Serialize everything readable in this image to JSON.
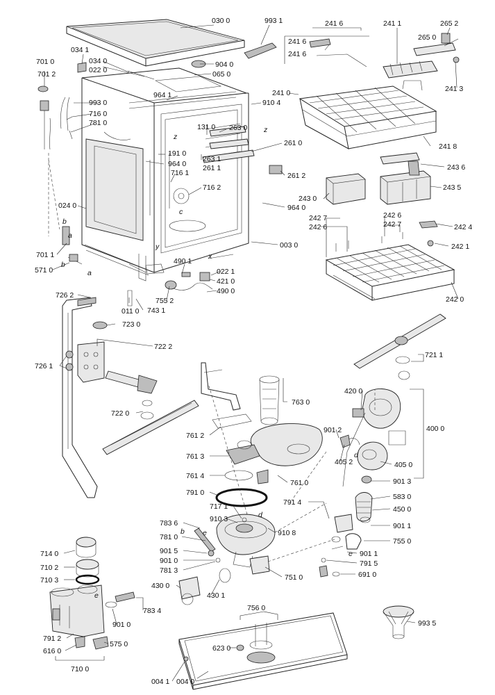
{
  "labels": {
    "l0300": "030 0",
    "l9931": "993 1",
    "l2416a": "241 6",
    "l2411": "241 1",
    "l2652": "265 2",
    "l0341": "034 1",
    "l2416b": "241 6",
    "l2650": "265 0",
    "l0340": "034 0",
    "l9040": "904 0",
    "l2416c": "241 6",
    "l7010": "701 0",
    "l0220": "022 0",
    "l0650": "065 0",
    "l2413": "241 3",
    "l7012": "701 2",
    "l9641": "964 1",
    "l2410": "241 0",
    "l9930": "993 0",
    "l9104": "910 4",
    "l7160": "716 0",
    "l7810": "781 0",
    "l1310": "131 0",
    "l2630": "263 0",
    "l2610": "261 0",
    "l2418": "241 8",
    "l1910": "191 0",
    "l9640a": "964 0",
    "l2631": "263 1",
    "l2611": "261 1",
    "l2436": "243 6",
    "l7161": "716 1",
    "l7162": "716 2",
    "l2612": "261 2",
    "l2430": "243 0",
    "l2435": "243 5",
    "l0240": "024 0",
    "l9640b": "964 0",
    "l2427a": "242 7",
    "l2426a": "242 6",
    "l2426b": "242 6",
    "l2427b": "242 7",
    "l2424": "242 4",
    "l7011": "701 1",
    "l0030": "003 0",
    "l2421": "242 1",
    "l4901a": "490 1",
    "l5710": "571 0",
    "l0221": "022 1",
    "l4210": "421 0",
    "l4900": "490 0",
    "l2420": "242 0",
    "l7262": "726 2",
    "l7552": "755 2",
    "l0110": "011 0",
    "l7431": "743 1",
    "l7230": "723 0",
    "l7222": "722 2",
    "l7211": "721 1",
    "l7261": "726 1",
    "l7630": "763 0",
    "l4200": "420 0",
    "l7220": "722 0",
    "l4000": "400 0",
    "l9012": "901 2",
    "l7612": "761 2",
    "l7613": "761 3",
    "l4052": "405 2",
    "l4050": "405 0",
    "l7614": "761 4",
    "l7610": "761 0",
    "l9013": "901 3",
    "l7910": "791 0",
    "l7914": "791 4",
    "l5830": "583 0",
    "l7171": "717 1",
    "l4500": "450 0",
    "l7836": "783 6",
    "l9103": "910 3",
    "l9108": "910 8",
    "l9011a": "901 1",
    "l7810b": "781 0",
    "l7550": "755 0",
    "l9015": "901 5",
    "l7140": "714 0",
    "l9010a": "901 0",
    "l9011b": "901 1",
    "l7102": "710 2",
    "l7813": "781 3",
    "l7915": "791 5",
    "l7103": "710 3",
    "l7510": "751 0",
    "l6910": "691 0",
    "l4300": "430 0",
    "l4301": "430 1",
    "l7834": "783 4",
    "l7560": "756 0",
    "l9935": "993 5",
    "l9010b": "901 0",
    "l7912": "791 2",
    "l5750": "575 0",
    "l6160": "616 0",
    "l6230": "623 0",
    "l7100": "710 0",
    "l0041": "004 1",
    "l0040": "004 0"
  },
  "letters": {
    "b1": "b",
    "a1": "a",
    "b2": "b",
    "a2": "a",
    "c1": "c",
    "z1": "z",
    "z2": "z",
    "y1": "y",
    "x1": "x",
    "e1": "e",
    "d1": "d",
    "d2": "d",
    "e2": "e",
    "b3": "b",
    "e3": "e"
  }
}
